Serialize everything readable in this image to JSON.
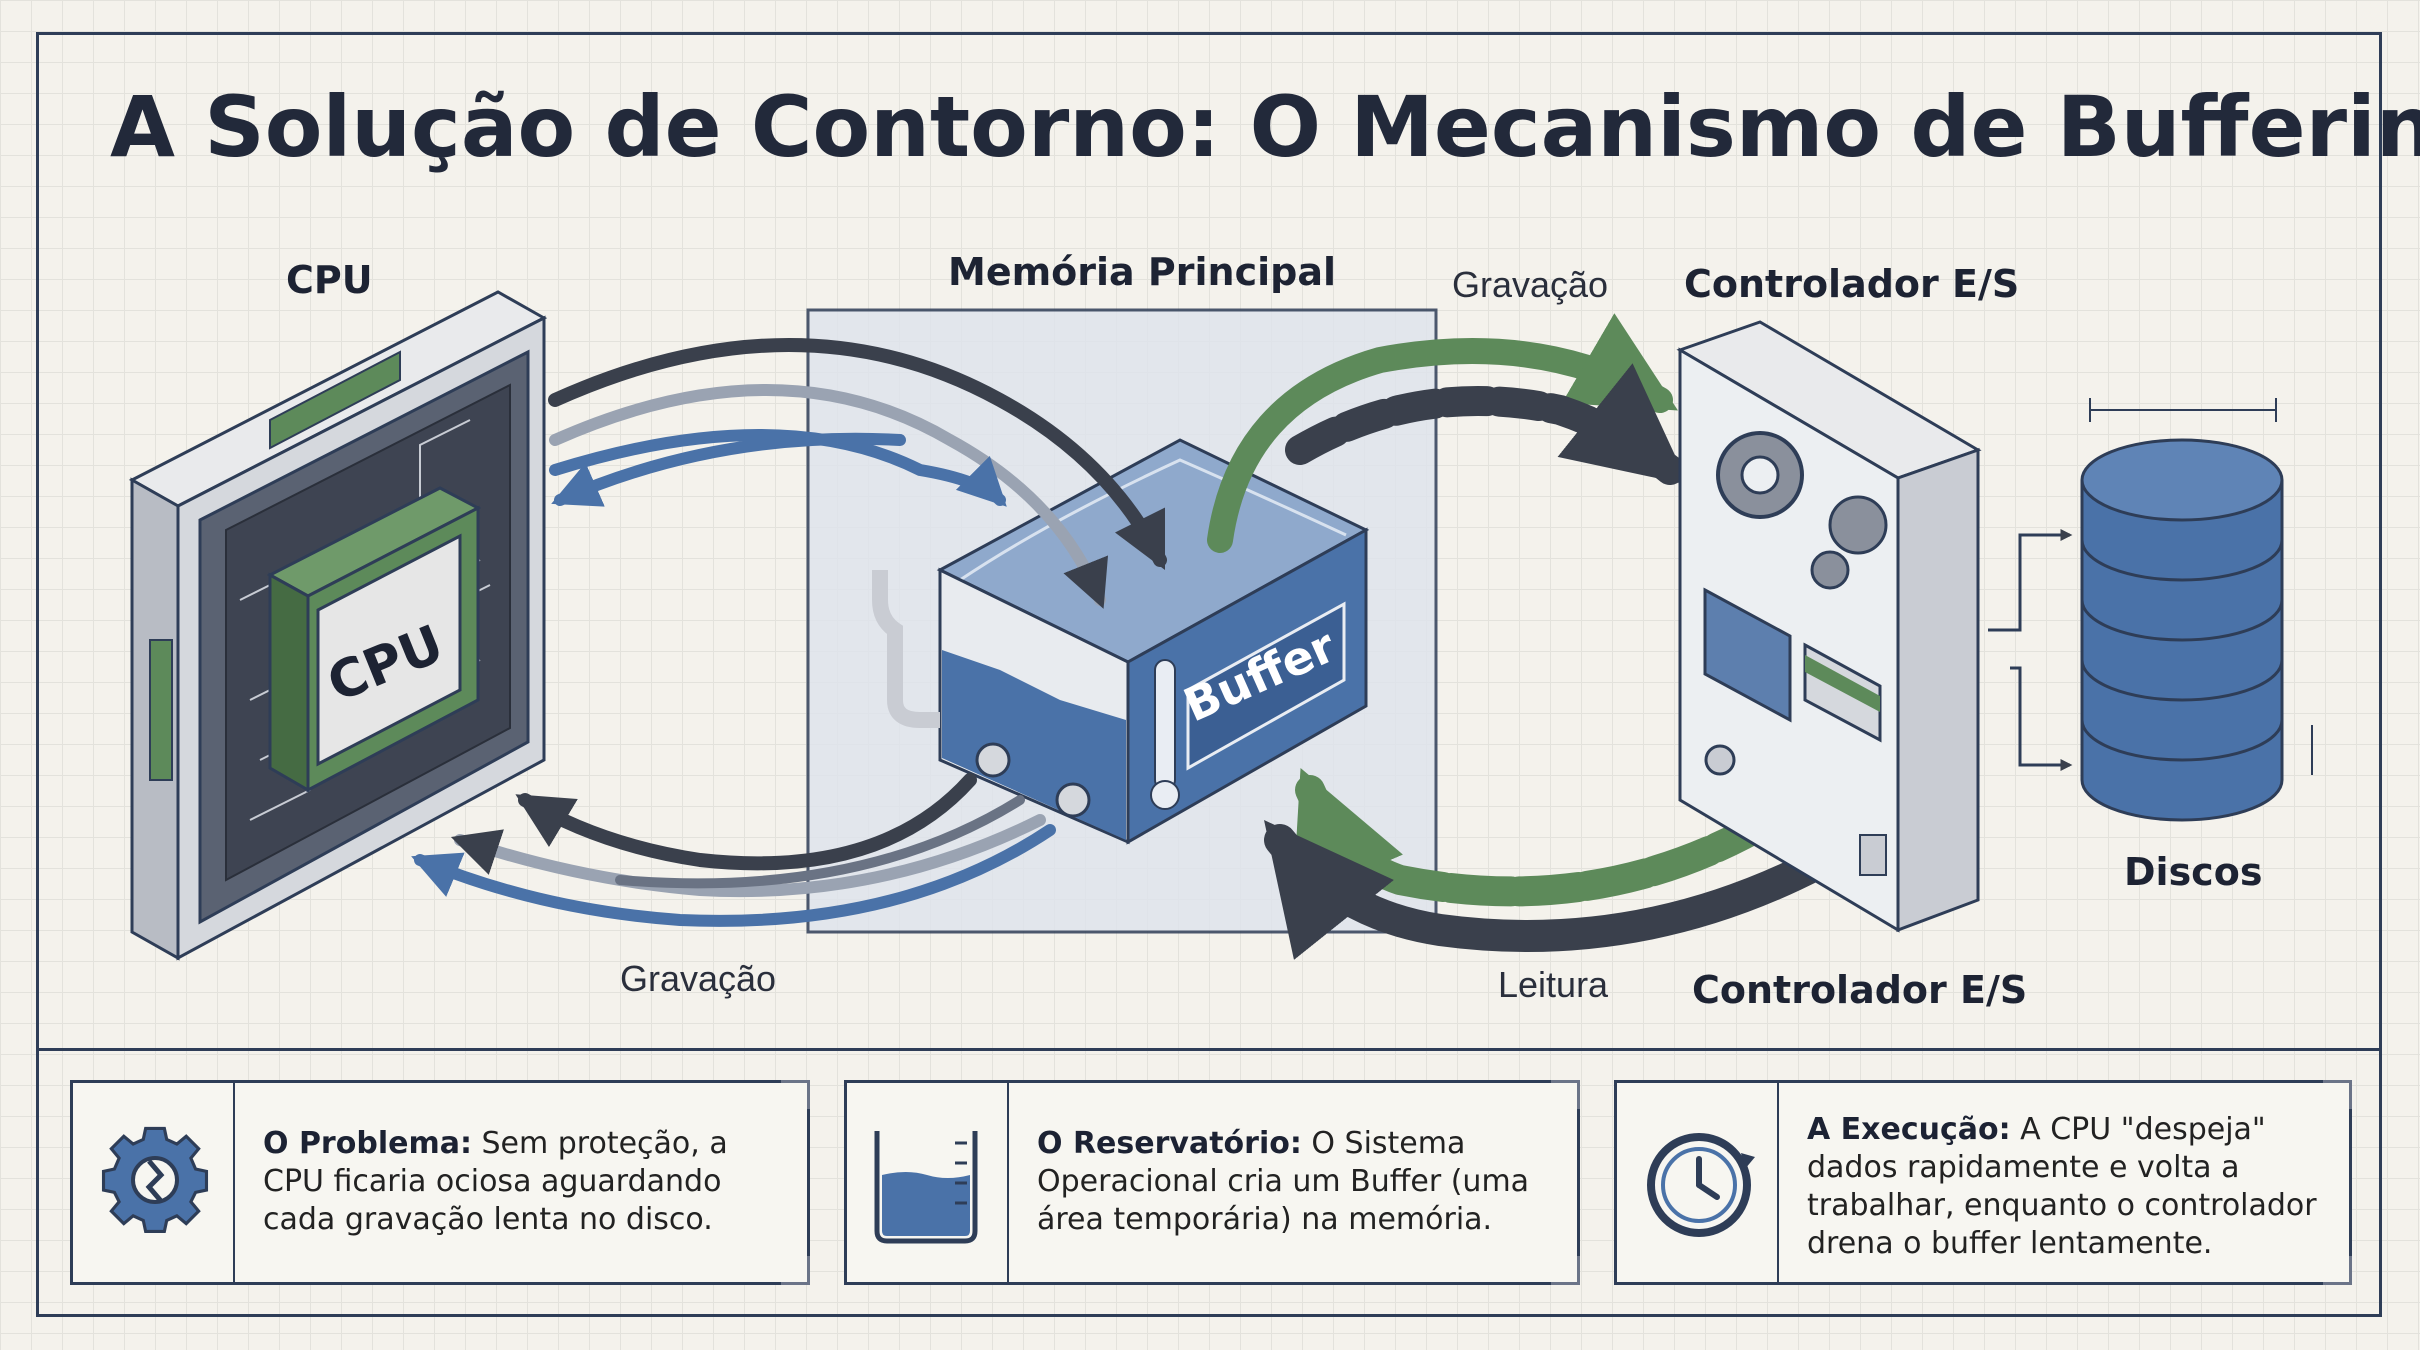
{
  "title": "A Solução de Contorno: O Mecanismo de Buffering",
  "labels": {
    "cpu": "CPU",
    "cpu_chip": "CPU",
    "memoria": "Memória Principal",
    "buffer": "Buffer",
    "controlador_top": "Controlador E/S",
    "controlador_bottom": "Controlador E/S",
    "discos": "Discos",
    "gravacao_top": "Gravação",
    "gravacao_bottom": "Gravação",
    "leitura": "Leitura"
  },
  "cards": [
    {
      "icon": "gear-broken-icon",
      "heading": "O Problema:",
      "text": " Sem proteção, a CPU ficaria ociosa aguardando cada gravação lenta no disco."
    },
    {
      "icon": "beaker-icon",
      "heading": "O Reservatório:",
      "text": " O Sistema Operacional cria um Buffer (uma área temporária) na memória."
    },
    {
      "icon": "clock-refresh-icon",
      "heading": "A Execução:",
      "text": " A CPU \"despeja\" dados rapidamente e volta a trabalhar, enquanto o controlador drena o buffer lentamente."
    }
  ],
  "colors": {
    "navy": "#2e3d57",
    "blue": "#4a72a8",
    "green": "#5d8a5a",
    "dark": "#3a404c"
  }
}
